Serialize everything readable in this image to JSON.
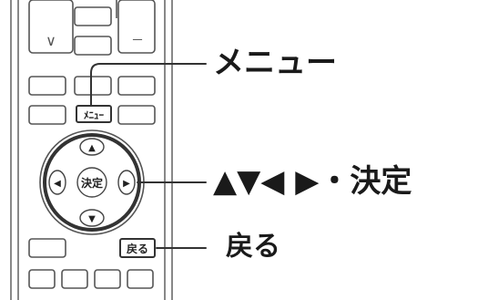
{
  "remote": {
    "key_labels": {
      "menu": "ﾒﾆｭｰ",
      "back": "戻る",
      "enter": "決定",
      "up_glyph": "▲",
      "down_glyph": "▼",
      "left_glyph": "◀",
      "right_glyph": "▶",
      "vol_down_glyph": "∨",
      "minus_glyph": "－"
    }
  },
  "callouts": {
    "menu": "メニュー",
    "nav": "▲▼◀ ▶・決定",
    "back": "戻る"
  }
}
